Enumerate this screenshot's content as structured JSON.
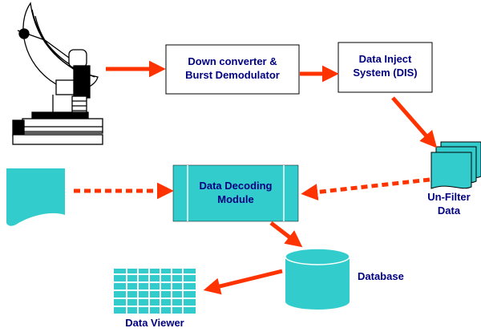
{
  "nodes": {
    "downconverter": {
      "line1": "Down converter &",
      "line2": "Burst Demodulator"
    },
    "dis": {
      "line1": "Data Inject",
      "line2": "System (DIS)"
    },
    "unfilter": {
      "line1": "Un-Filter",
      "line2": "Data"
    },
    "decoding": {
      "line1": "Data Decoding",
      "line2": "Module"
    },
    "database": {
      "label": "Database"
    },
    "viewer": {
      "label": "Data Viewer"
    }
  },
  "colors": {
    "box_fill": "#33CCCC",
    "text": "#000080",
    "arrow": "#FF3300",
    "outline": "#000000"
  },
  "icons": {
    "antenna": "satellite-dish-icon",
    "input_document": "document-icon",
    "unfilter_data": "stacked-documents-icon",
    "database": "database-cylinder-icon",
    "viewer": "data-grid-icon"
  }
}
